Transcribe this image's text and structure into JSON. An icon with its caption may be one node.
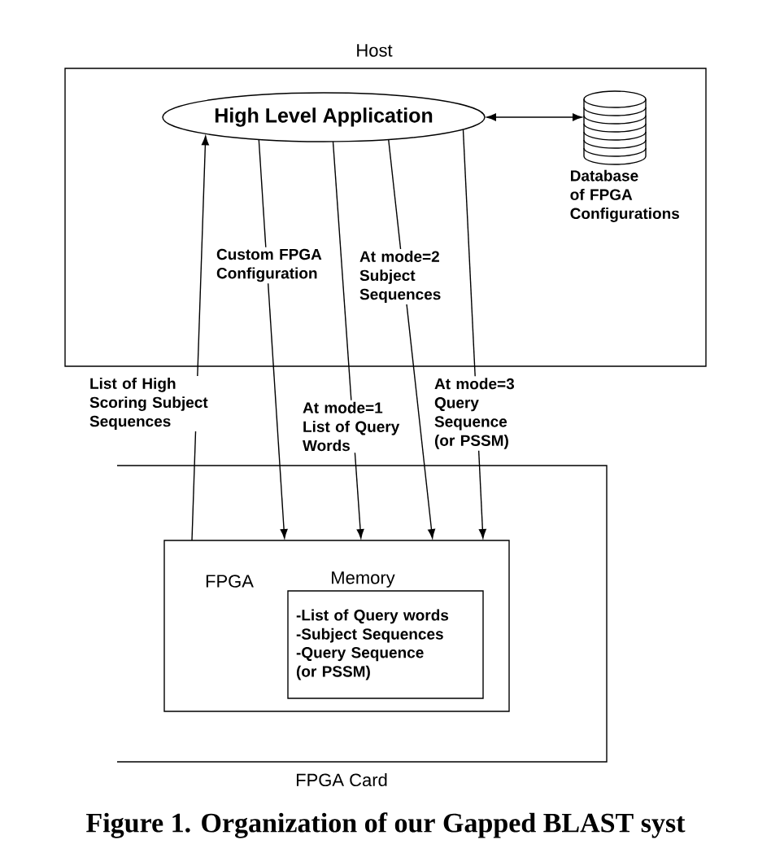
{
  "diagram": {
    "caption": "Figure 1. Organization of our Gapped BLAST syst",
    "nodes": [
      {
        "text": [
          "Host"
        ]
      },
      {
        "text": [
          "High Level Application"
        ],
        "in": 0
      },
      {
        "text": [],
        "shape": "cylinder",
        "beside": [
          "Database of FPGA Configurations"
        ],
        "in": 0
      },
      {
        "text": [
          "FPGA Card"
        ]
      },
      {
        "text": [
          "FPGA"
        ],
        "in": 3
      },
      {
        "text": [
          "Memory",
          "-List of Query words",
          "-Subject Sequences",
          "-Query Sequence (or PSSM)"
        ],
        "in": 4
      }
    ],
    "edges": [
      {
        "from": 4,
        "to": 1,
        "arrow": "to",
        "label": "List of High Scoring Subject Sequences"
      },
      {
        "from": 1,
        "to": 4,
        "arrow": "to",
        "label": "Custom FPGA Configuration"
      },
      {
        "from": 1,
        "to": 4,
        "arrow": "to",
        "label": "At mode=1 List of Query Words"
      },
      {
        "from": 1,
        "to": 4,
        "arrow": "to",
        "label": "At mode=2 Subject Sequences"
      },
      {
        "from": 1,
        "to": 4,
        "arrow": "to",
        "label": "At mode=3 Query Sequence (or PSSM)"
      },
      {
        "from": 1,
        "to": 2,
        "arrow": "both"
      }
    ]
  }
}
